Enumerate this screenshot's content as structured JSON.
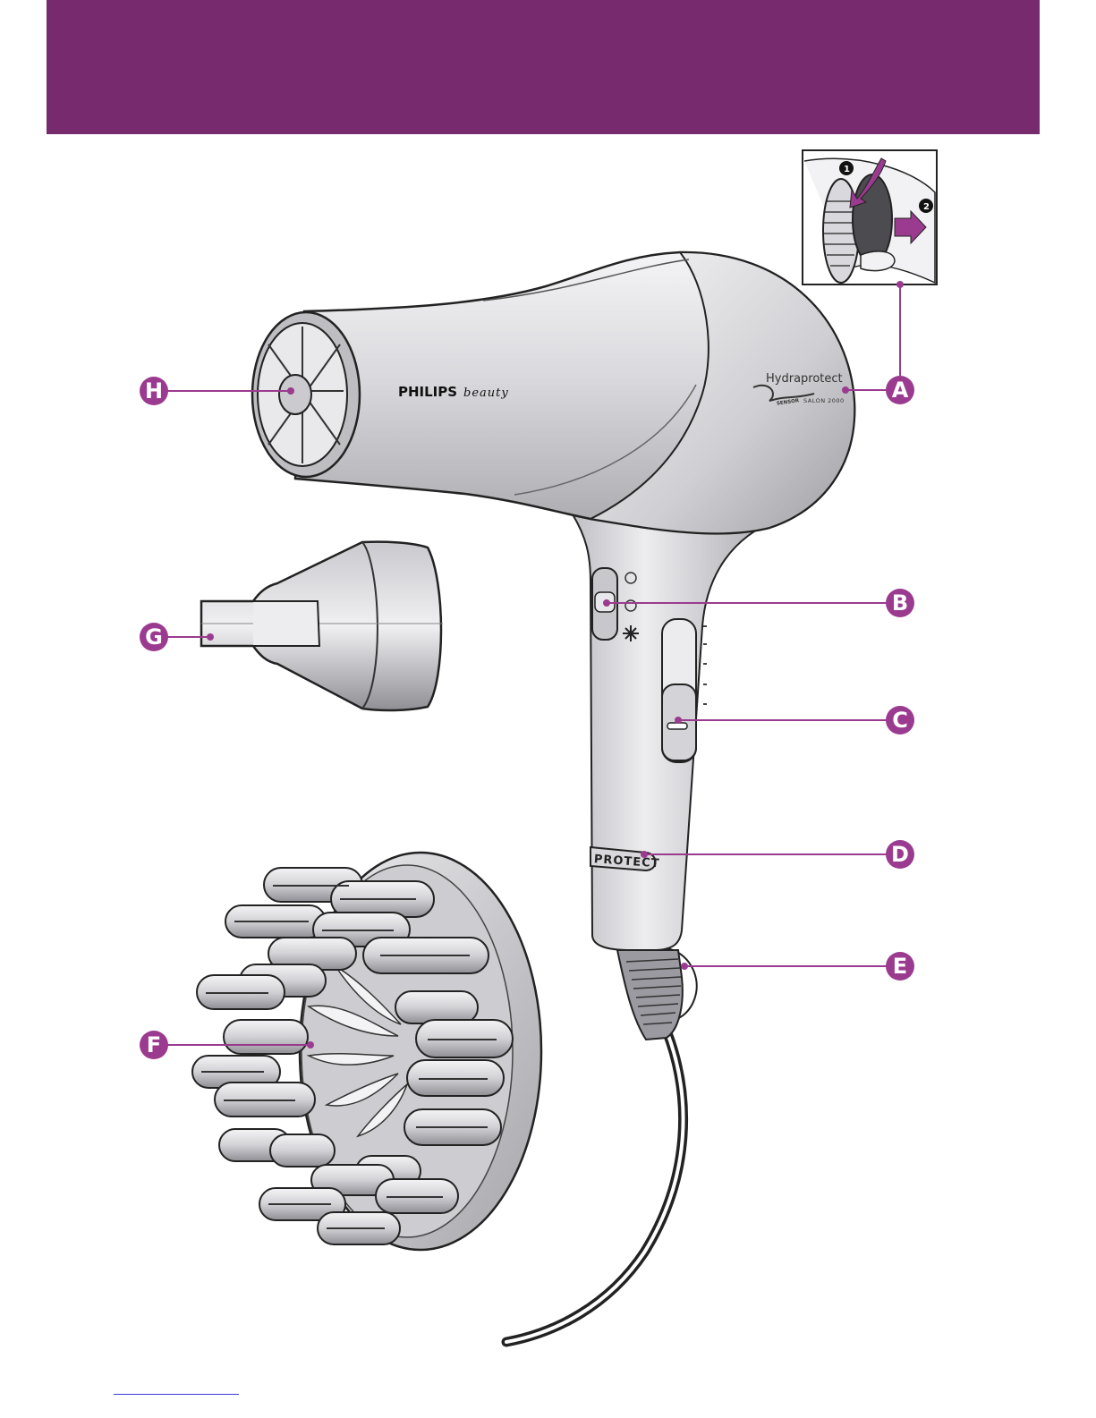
{
  "header": {
    "band_color": "#772a6e"
  },
  "brand": {
    "name": "PHILIPS",
    "tagline": "beauty"
  },
  "product_logo": {
    "name": "Hydraprotect",
    "model": "SALON 2000",
    "sensor": "SENSOR"
  },
  "protect_button": {
    "label": "PROTECT"
  },
  "inset": {
    "step1": "1",
    "step2": "2"
  },
  "callouts": {
    "color": "#9b3b8f",
    "items": [
      {
        "letter": "A"
      },
      {
        "letter": "B"
      },
      {
        "letter": "C"
      },
      {
        "letter": "D"
      },
      {
        "letter": "E"
      },
      {
        "letter": "F"
      },
      {
        "letter": "G"
      },
      {
        "letter": "H"
      }
    ]
  },
  "icons": {
    "speed_selector": "airflow-switch-icon",
    "temperature": "snowflake-icon",
    "cord": "power-cord-icon"
  }
}
